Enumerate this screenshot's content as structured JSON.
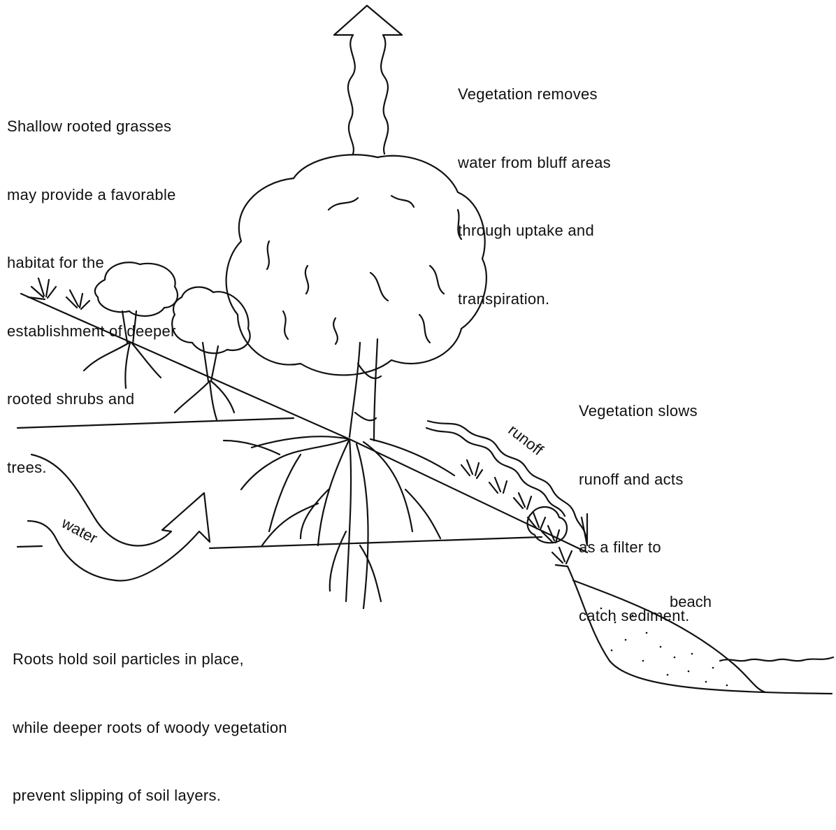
{
  "captions": {
    "grasses": [
      "Shallow rooted grasses",
      "may provide a favorable",
      "habitat for the",
      "establishment of deeper",
      "rooted shrubs and",
      "trees."
    ],
    "transpiration": [
      "Vegetation removes",
      "water from bluff areas",
      "through uptake and",
      "transpiration."
    ],
    "runoff_filter": [
      "Vegetation slows",
      "runoff and acts",
      "as a filter to",
      "catch sediment."
    ],
    "roots": [
      "Roots hold soil particles in place,",
      "while deeper roots of woody vegetation",
      "prevent slipping of soil layers."
    ]
  },
  "labels": {
    "runoff": "runoff",
    "water": "water",
    "beach": "beach"
  }
}
